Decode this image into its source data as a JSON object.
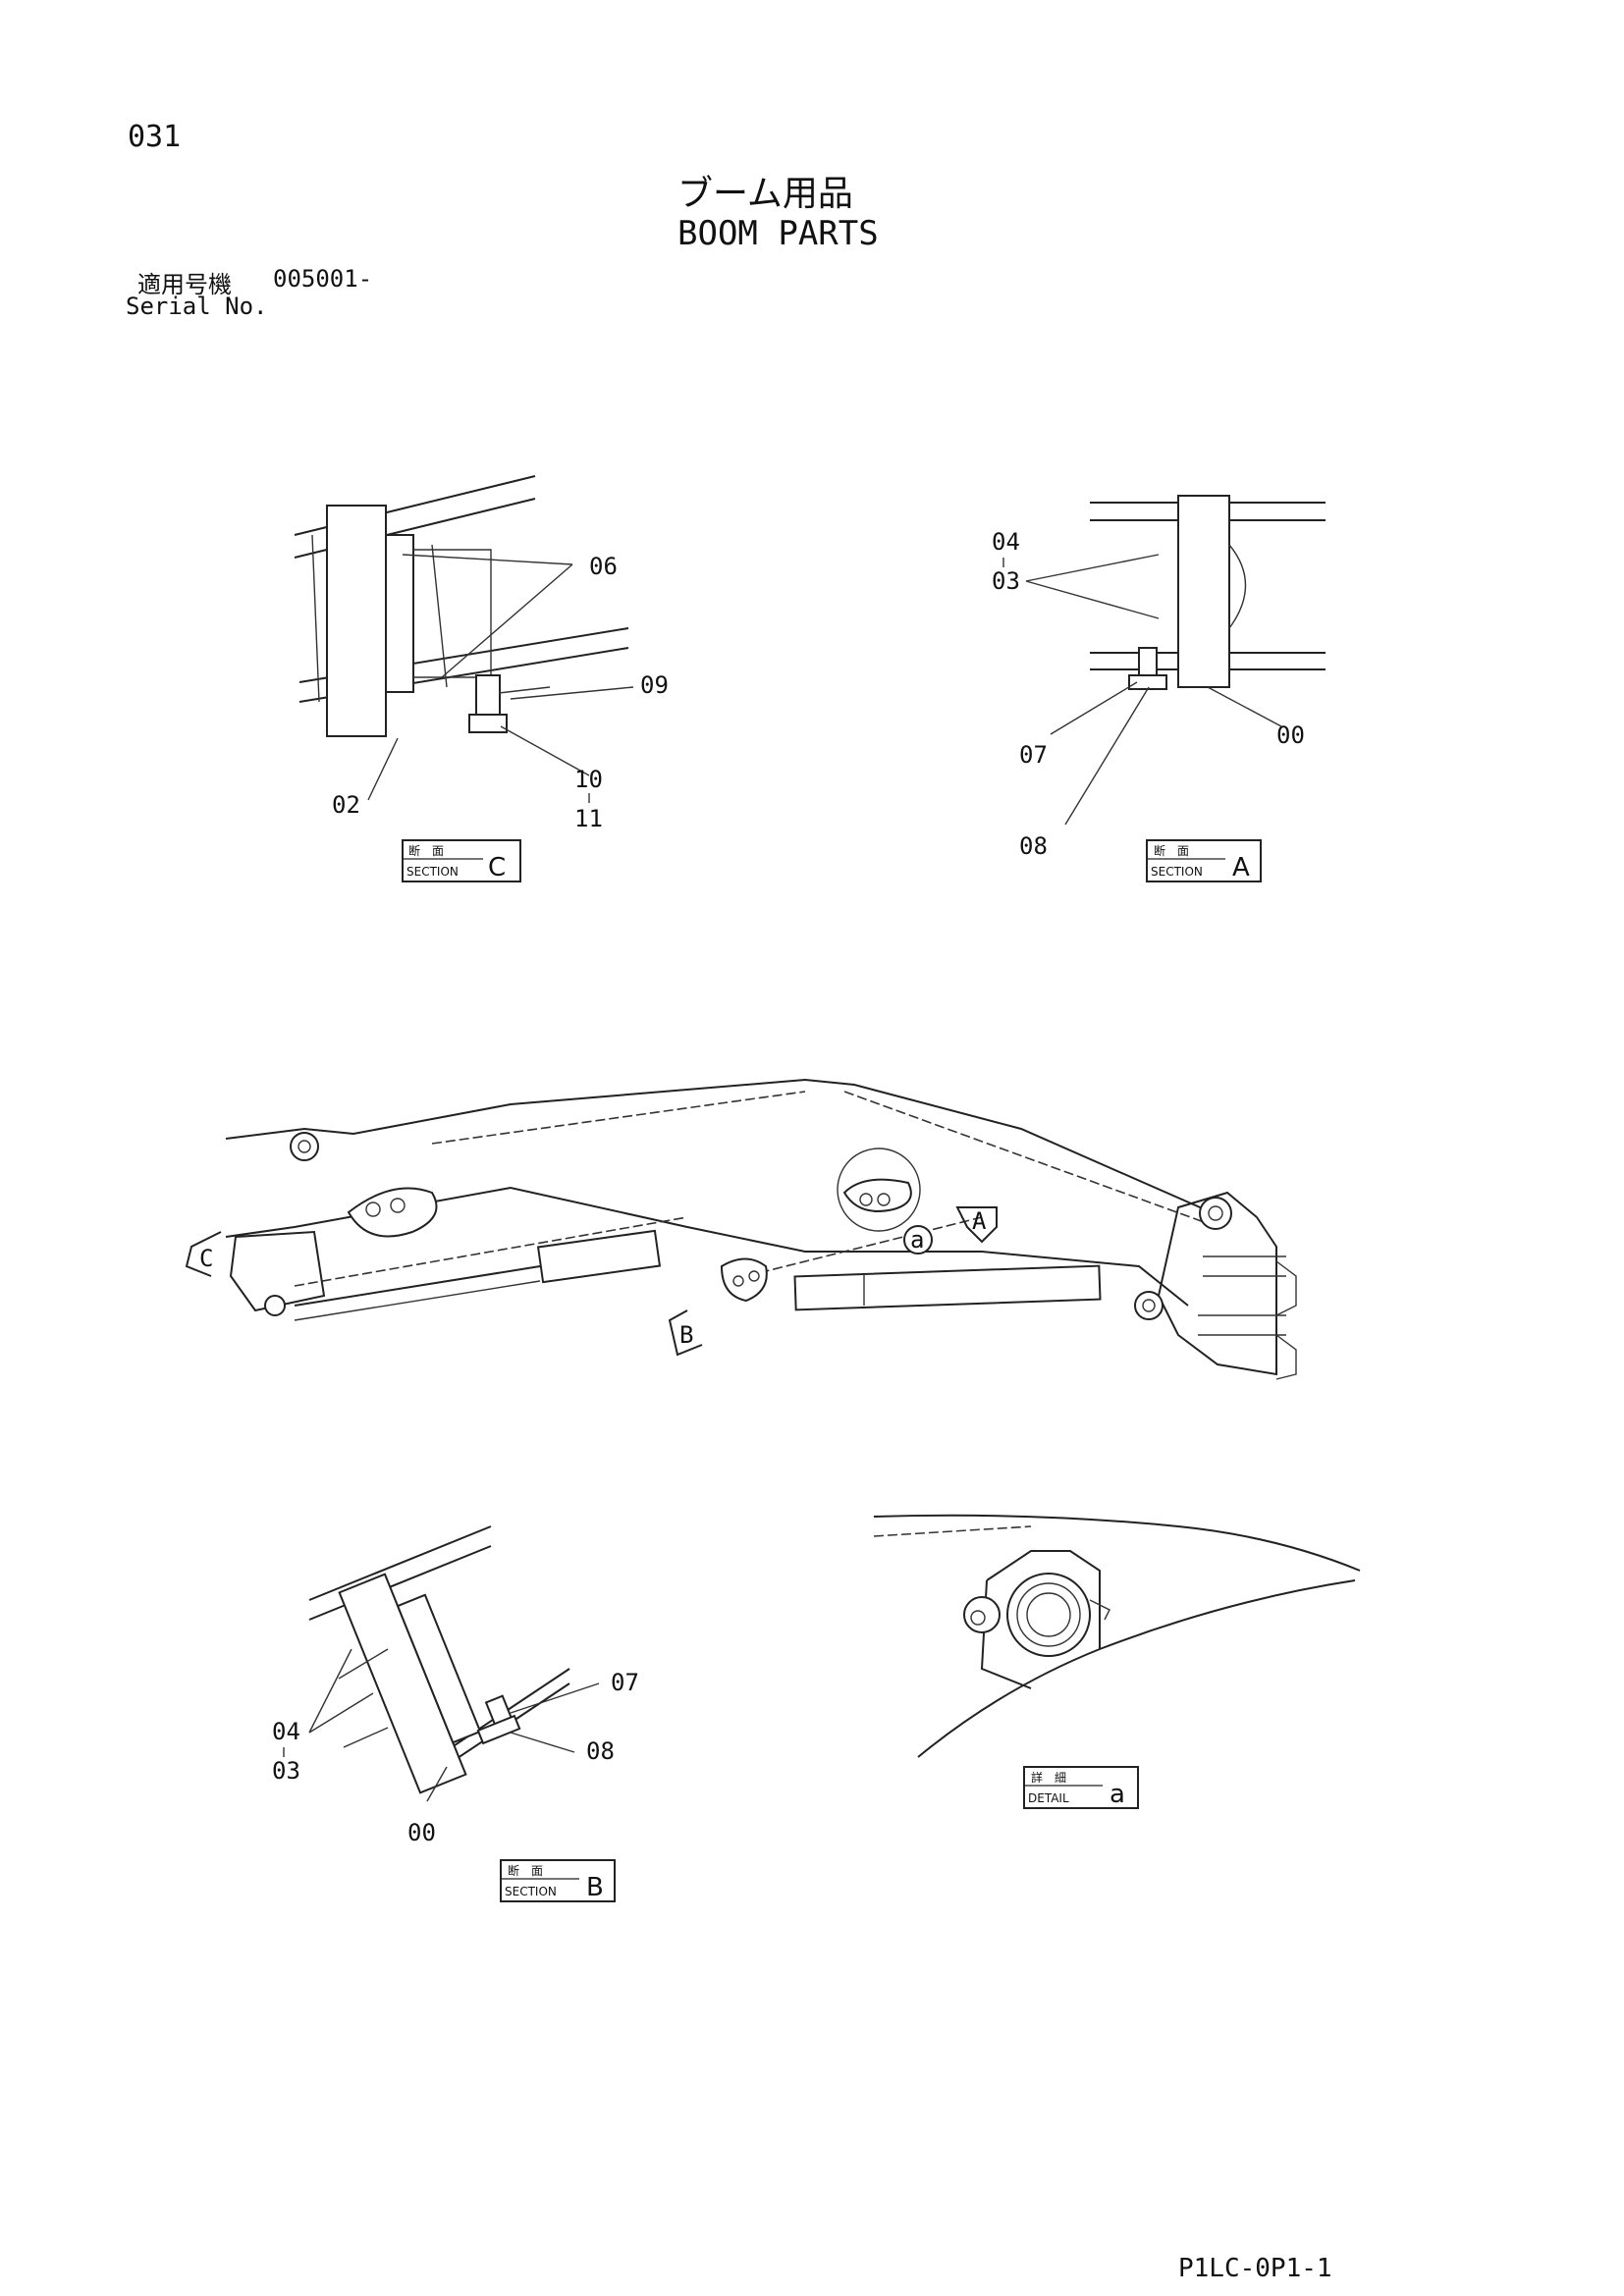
{
  "header": {
    "page_number": "031",
    "title_jp": "ブーム用品",
    "title_en": "BOOM PARTS",
    "serial_label_jp": "適用号機",
    "serial_value": "005001-",
    "serial_label_en": "Serial No."
  },
  "views": {
    "section_c": {
      "tag_jp": "断　面",
      "tag_en": "SECTION",
      "tag_letter": "C",
      "callouts": {
        "c06": "06",
        "c09": "09",
        "c10": "10",
        "c11": "11",
        "c02": "02"
      }
    },
    "section_a": {
      "tag_jp": "断　面",
      "tag_en": "SECTION",
      "tag_letter": "A",
      "callouts": {
        "c04": "04",
        "c03": "03",
        "c07": "07",
        "c08": "08",
        "c00": "00"
      }
    },
    "overview": {
      "markers": {
        "c": "C",
        "a_arrow": "A",
        "b": "B",
        "detail_a": "a"
      }
    },
    "section_b": {
      "tag_jp": "断　面",
      "tag_en": "SECTION",
      "tag_letter": "B",
      "callouts": {
        "c07": "07",
        "c08": "08",
        "c04": "04",
        "c03": "03",
        "c00": "00"
      }
    },
    "detail_a": {
      "tag_jp": "詳　細",
      "tag_en": "DETAIL",
      "tag_letter": "a"
    }
  },
  "footer": {
    "code": "P1LC-0P1-1"
  }
}
